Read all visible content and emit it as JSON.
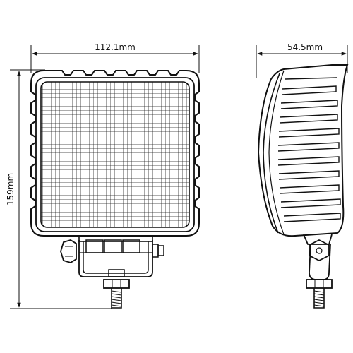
{
  "dimensions": {
    "front_width": "112.1mm",
    "height": "159mm",
    "side_depth": "54.5mm"
  },
  "colors": {
    "line": "#111111",
    "background": "#ffffff"
  }
}
